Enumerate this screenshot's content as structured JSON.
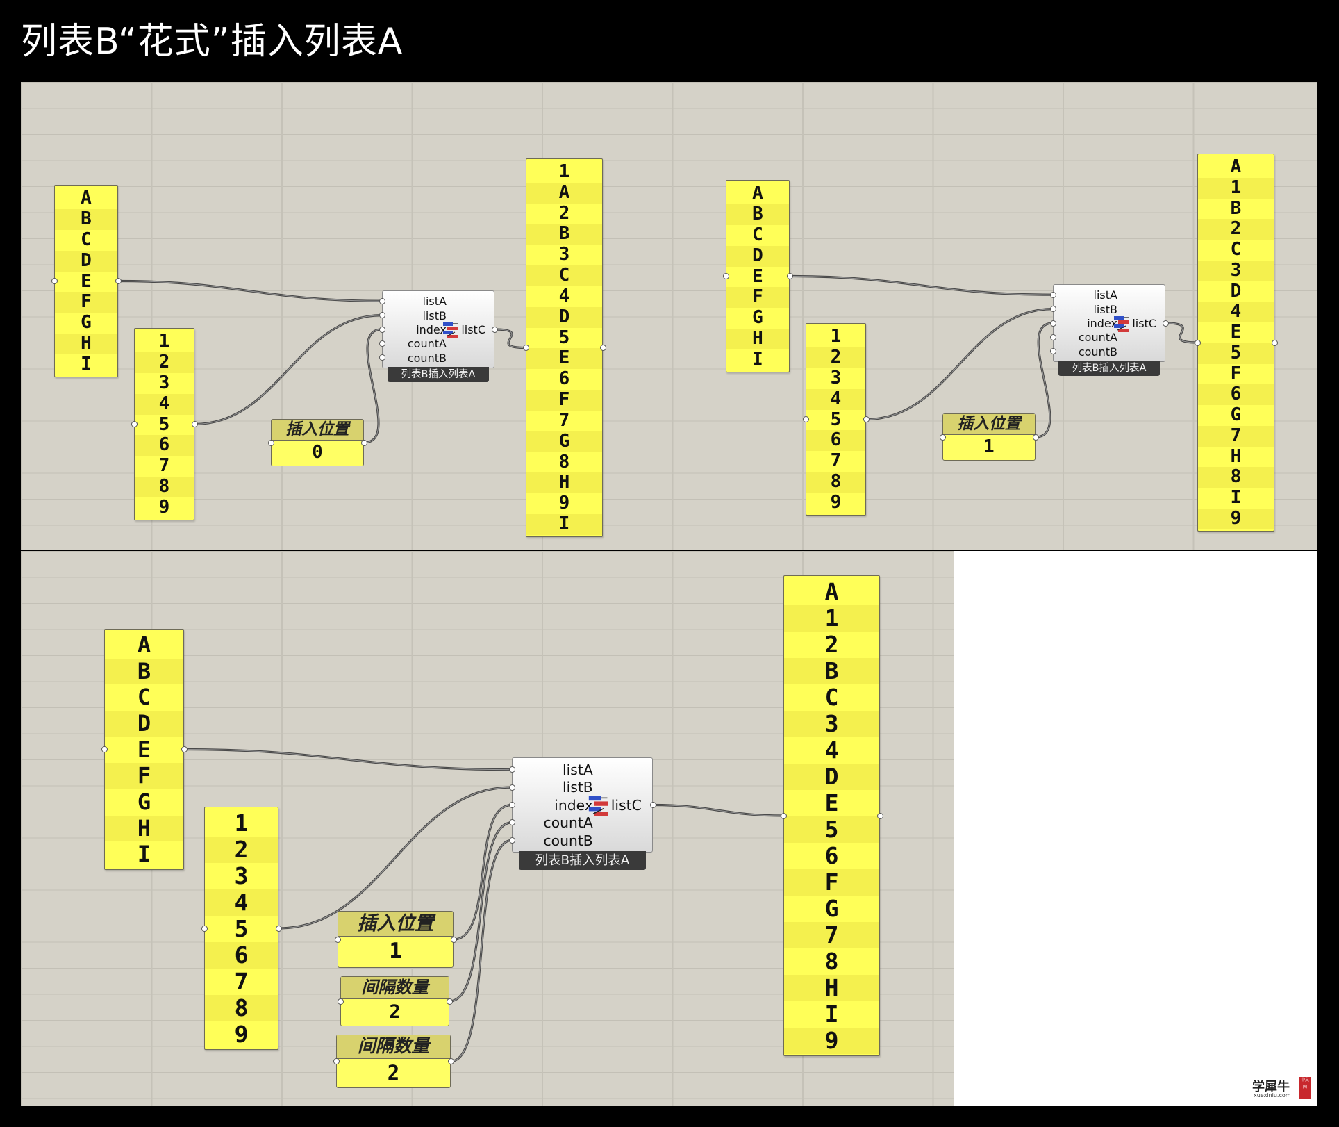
{
  "title": "列表B“花式”插入列表A",
  "component": {
    "inputs": [
      "listA",
      "listB",
      "index",
      "countA",
      "countB"
    ],
    "output": "listC",
    "caption": "列表B插入列表A",
    "icon": "list-insert-icon"
  },
  "examples": [
    {
      "list_a": [
        "A",
        "B",
        "C",
        "D",
        "E",
        "F",
        "G",
        "H",
        "I"
      ],
      "list_b": [
        "1",
        "2",
        "3",
        "4",
        "5",
        "6",
        "7",
        "8",
        "9"
      ],
      "sliders": [
        {
          "label": "插入位置",
          "value": "0"
        }
      ],
      "result": [
        "1",
        "A",
        "2",
        "B",
        "3",
        "C",
        "4",
        "D",
        "5",
        "E",
        "6",
        "F",
        "7",
        "G",
        "8",
        "H",
        "9",
        "I"
      ]
    },
    {
      "list_a": [
        "A",
        "B",
        "C",
        "D",
        "E",
        "F",
        "G",
        "H",
        "I"
      ],
      "list_b": [
        "1",
        "2",
        "3",
        "4",
        "5",
        "6",
        "7",
        "8",
        "9"
      ],
      "sliders": [
        {
          "label": "插入位置",
          "value": "1"
        }
      ],
      "result": [
        "A",
        "1",
        "B",
        "2",
        "C",
        "3",
        "D",
        "4",
        "E",
        "5",
        "F",
        "6",
        "G",
        "7",
        "H",
        "8",
        "I",
        "9"
      ]
    },
    {
      "list_a": [
        "A",
        "B",
        "C",
        "D",
        "E",
        "F",
        "G",
        "H",
        "I"
      ],
      "list_b": [
        "1",
        "2",
        "3",
        "4",
        "5",
        "6",
        "7",
        "8",
        "9"
      ],
      "sliders": [
        {
          "label": "插入位置",
          "value": "1"
        },
        {
          "label": "间隔数量",
          "value": "2"
        },
        {
          "label": "间隔数量",
          "value": "2"
        }
      ],
      "result": [
        "A",
        "1",
        "2",
        "B",
        "C",
        "3",
        "4",
        "D",
        "E",
        "5",
        "6",
        "F",
        "G",
        "7",
        "8",
        "H",
        "I",
        "9"
      ]
    }
  ],
  "watermark": {
    "name": "学犀牛",
    "site": "xuexiniu.com",
    "badge": "中文网"
  }
}
